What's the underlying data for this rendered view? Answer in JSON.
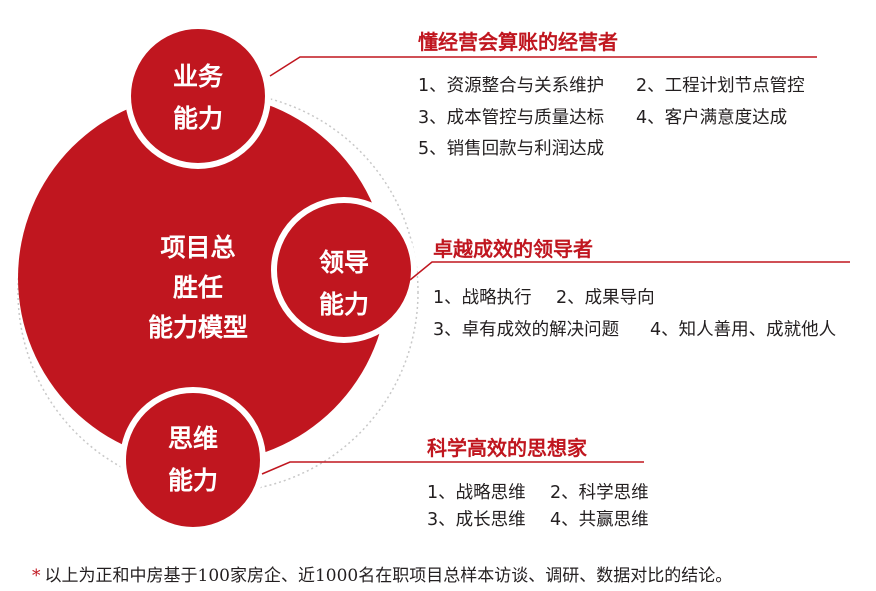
{
  "colors": {
    "accent": "#c0161f",
    "text": "#231f20",
    "ring": "#c8c8c8"
  },
  "center": {
    "lines": [
      "项目总",
      "胜任",
      "能力模型"
    ]
  },
  "business": {
    "circle_lines": [
      "业务",
      "能力"
    ],
    "heading": "懂经营会算账的经营者",
    "items": [
      "1、资源整合与关系维护",
      "2、工程计划节点管控",
      "3、成本管控与质量达标",
      "4、客户满意度达成",
      "5、销售回款与利润达成"
    ]
  },
  "leadership": {
    "circle_lines": [
      "领导",
      "能力"
    ],
    "heading": "卓越成效的领导者",
    "items": [
      "1、战略执行",
      "2、成果导向",
      "3、卓有成效的解决问题",
      "4、知人善用、成就他人"
    ]
  },
  "thinking": {
    "circle_lines": [
      "思维",
      "能力"
    ],
    "heading": "科学高效的思想家",
    "items": [
      "1、战略思维",
      "2、科学思维",
      "3、成长思维",
      "4、共赢思维"
    ]
  },
  "footnote": {
    "star": "*",
    "text": "以上为正和中房基于100家房企、近1000名在职项目总样本访谈、调研、数据对比的结论。"
  }
}
